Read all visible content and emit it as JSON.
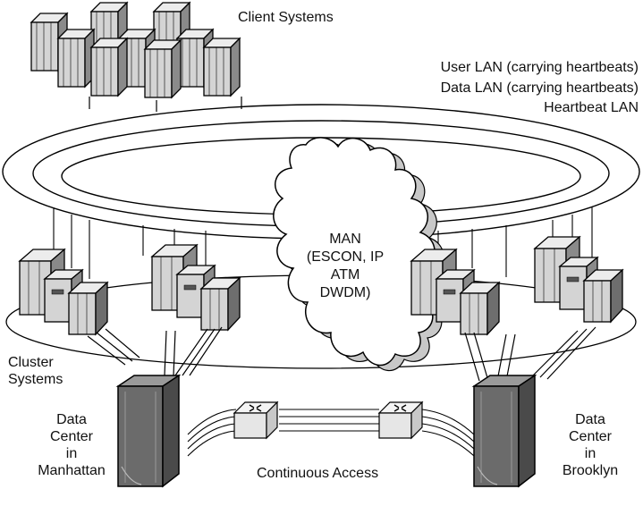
{
  "labels": {
    "client_systems": "Client Systems",
    "user_lan": "User LAN (carrying heartbeats)",
    "data_lan": "Data LAN (carrying heartbeats)",
    "heartbeat_lan": "Heartbeat LAN",
    "man_line1": "MAN",
    "man_line2": "(ESCON, IP",
    "man_line3": "ATM",
    "man_line4": "DWDM)",
    "cluster_line1": "Cluster",
    "cluster_line2": "Systems",
    "dc_left_line1": "Data",
    "dc_left_line2": "Center",
    "dc_left_line3": "in",
    "dc_left_line4": "Manhattan",
    "dc_right_line1": "Data",
    "dc_right_line2": "Center",
    "dc_right_line3": "in",
    "dc_right_line4": "Brooklyn",
    "continuous_access": "Continuous Access"
  },
  "colors": {
    "line": "#000000",
    "server_front": "#d4d4d4",
    "server_side": "#8a8a8a",
    "server_top": "#ececec",
    "storage_front": "#6b6b6b",
    "switch_fill": "#e6e6e6",
    "cloud_fill": "#ffffff"
  }
}
